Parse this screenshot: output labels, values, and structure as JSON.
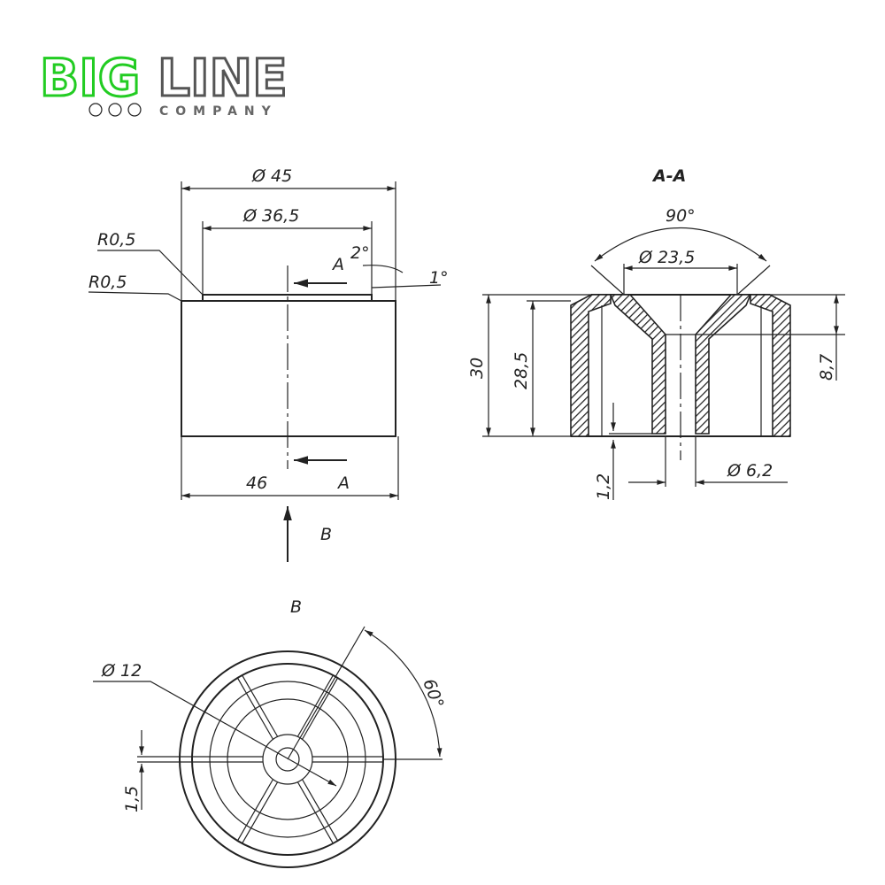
{
  "logo": {
    "brand_green": "BIG",
    "brand_gray": "LINE",
    "tagline": "COMPANY",
    "colors": {
      "green": "#22cc22",
      "gray": "#555555"
    }
  },
  "front_view": {
    "dia_outer": "Ø 45",
    "dia_top": "Ø 36,5",
    "radius_1": "R0,5",
    "radius_2": "R0,5",
    "angle_top": "2°",
    "angle_side": "1°",
    "width_bottom": "46",
    "section_mark_top": "A",
    "section_mark_bottom": "A",
    "view_mark": "B"
  },
  "section_view": {
    "title": "A-A",
    "angle": "90°",
    "dia_cone": "Ø 23,5",
    "height_total": "30",
    "height_inner": "28,5",
    "depth": "8,7",
    "bottom_thickness": "1,2",
    "dia_hole": "Ø 6,2"
  },
  "bottom_view": {
    "title": "B",
    "dia_center": "Ø 12",
    "rib_thickness": "1,5",
    "rib_angle": "60°"
  }
}
